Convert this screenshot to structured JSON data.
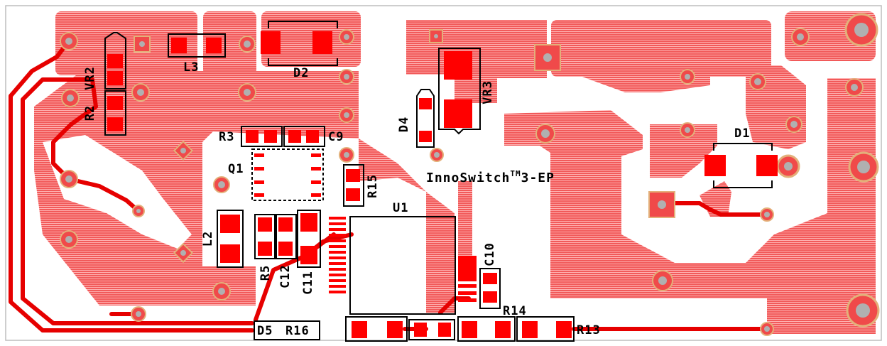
{
  "board": {
    "copper_color": "#f04a4a",
    "hatch_color": "#ff9a9a",
    "trace_color": "#e60000",
    "pad_color": "#ff0000",
    "via_ring_color": "#d9a36b",
    "silk_color": "#000000"
  },
  "labels": {
    "vr2": "VR2",
    "r2": "R2",
    "l3": "L3",
    "d2": "D2",
    "vr3": "VR3",
    "d4": "D4",
    "d1": "D1",
    "r3": "R3",
    "c9": "C9",
    "q1": "Q1",
    "r15": "R15",
    "u1": "U1",
    "l2": "L2",
    "r5": "R5",
    "c12": "C12",
    "c11": "C11",
    "c10": "C10",
    "r14": "R14",
    "r13": "R13",
    "d5": "D5",
    "r16": "R16",
    "brand_main": "InnoSwitch",
    "brand_sup": "TM",
    "brand_tail": "3-EP"
  }
}
